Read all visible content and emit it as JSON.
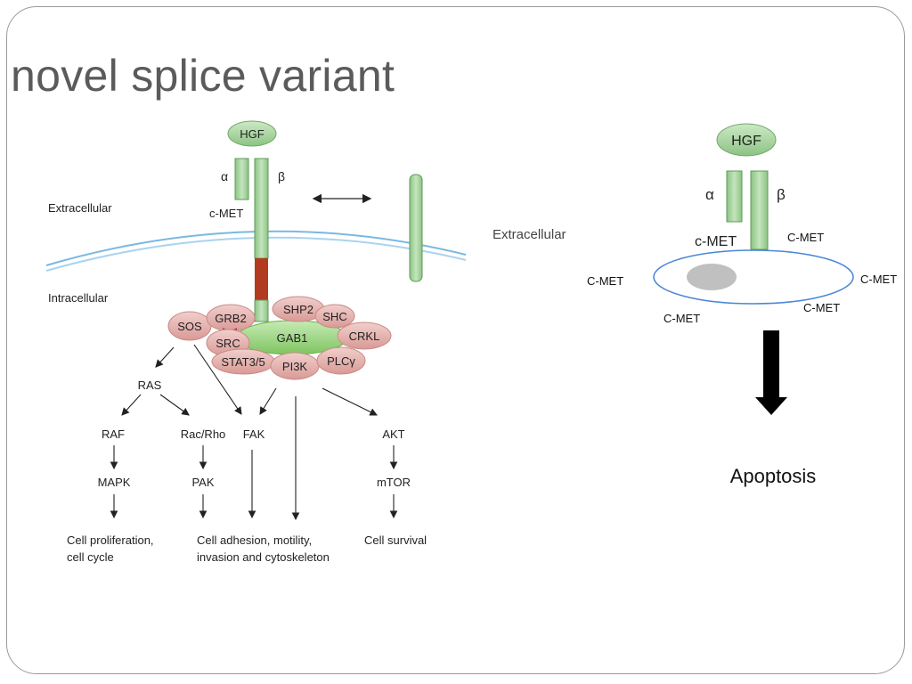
{
  "slide": {
    "title": "novel splice variant"
  },
  "left_diagram": {
    "ligand": "HGF",
    "alpha": "α",
    "beta": "β",
    "receptor": "c-MET",
    "extracellular": "Extracellular",
    "intracellular": "Intracellular",
    "adaptors": {
      "sos": "SOS",
      "grb2": "GRB2",
      "shp2": "SHP2",
      "shc": "SHC",
      "src": "SRC",
      "gab1": "GAB1",
      "crkl": "CRKL",
      "stat": "STAT3/5",
      "pi3k": "PI3K",
      "plc": "PLCγ"
    },
    "pathway": {
      "ras": "RAS",
      "raf": "RAF",
      "rac": "Rac/Rho",
      "fak": "FAK",
      "akt": "AKT",
      "mapk": "MAPK",
      "pak": "PAK",
      "mtor": "mTOR"
    },
    "outcomes": {
      "prolif_1": "Cell proliferation,",
      "prolif_2": "cell cycle",
      "adhesion_1": "Cell adhesion, motility,",
      "adhesion_2": "invasion and cytoskeleton",
      "survival": "Cell survival"
    }
  },
  "middle_label": "Extracellular",
  "right_diagram": {
    "ligand": "HGF",
    "alpha": "α",
    "beta": "β",
    "receptor": "c-MET",
    "labels": [
      "C-MET",
      "C-MET",
      "C-MET",
      "C-MET",
      "C-MET"
    ],
    "outcome": "Apoptosis"
  },
  "colors": {
    "receptor_green": "#9fcf98",
    "receptor_stroke": "#5f9a5a",
    "kinase_red": "#b23a1e",
    "adaptor_pink": "#e8b3b0",
    "gab1_green": "#9bd67f",
    "membrane_blue": "#7ab8e0",
    "cell_blue": "#4a86d6",
    "nucleus_grey": "#c0c0c0"
  }
}
